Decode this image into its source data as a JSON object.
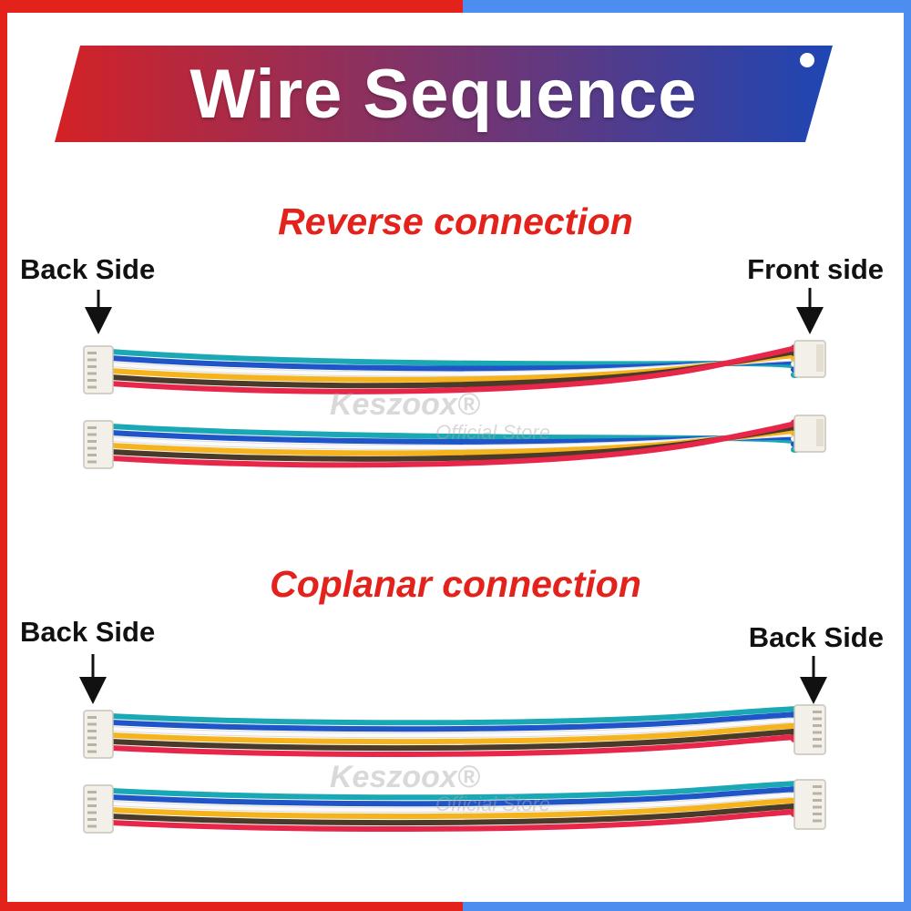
{
  "title": "Wire Sequence",
  "colors": {
    "red": "#e3221c",
    "blue": "#4b8ef0",
    "banner_gradient_start": "#d42226",
    "banner_gradient_end": "#1e46b4"
  },
  "sections": {
    "reverse": {
      "title": "Reverse connection",
      "left_label": "Back Side",
      "right_label": "Front side"
    },
    "coplanar": {
      "title": "Coplanar connection",
      "left_label": "Back Side",
      "right_label": "Back Side"
    }
  },
  "watermark": {
    "brand": "Keszoox®",
    "store": "Official Store"
  },
  "wire_colors": [
    "#1aa8b4",
    "#1f55c8",
    "#f4f4f4",
    "#f5b41e",
    "#4a3a2a",
    "#e8264a"
  ]
}
